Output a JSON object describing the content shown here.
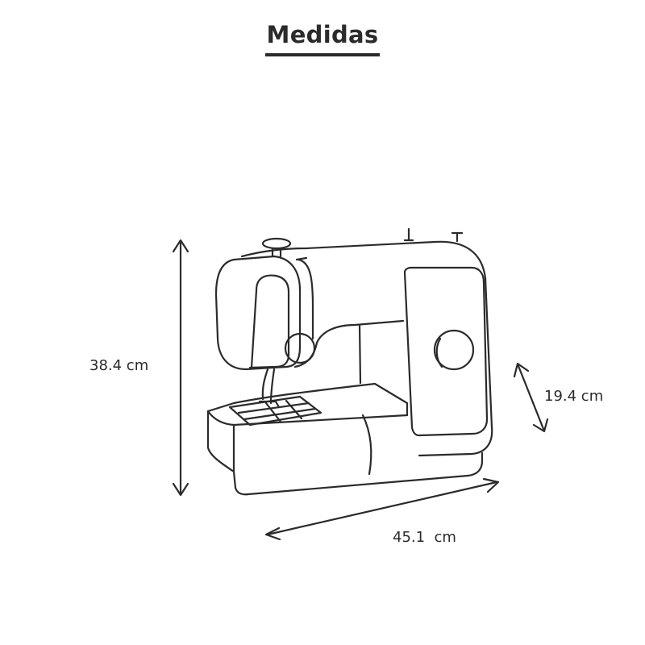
{
  "title": "Medidas",
  "dimensions": {
    "height": "38.4 cm",
    "depth": "19.4 cm",
    "width": "45.1  cm"
  },
  "colors": {
    "stroke": "#2b2b2b",
    "background": "#ffffff"
  }
}
